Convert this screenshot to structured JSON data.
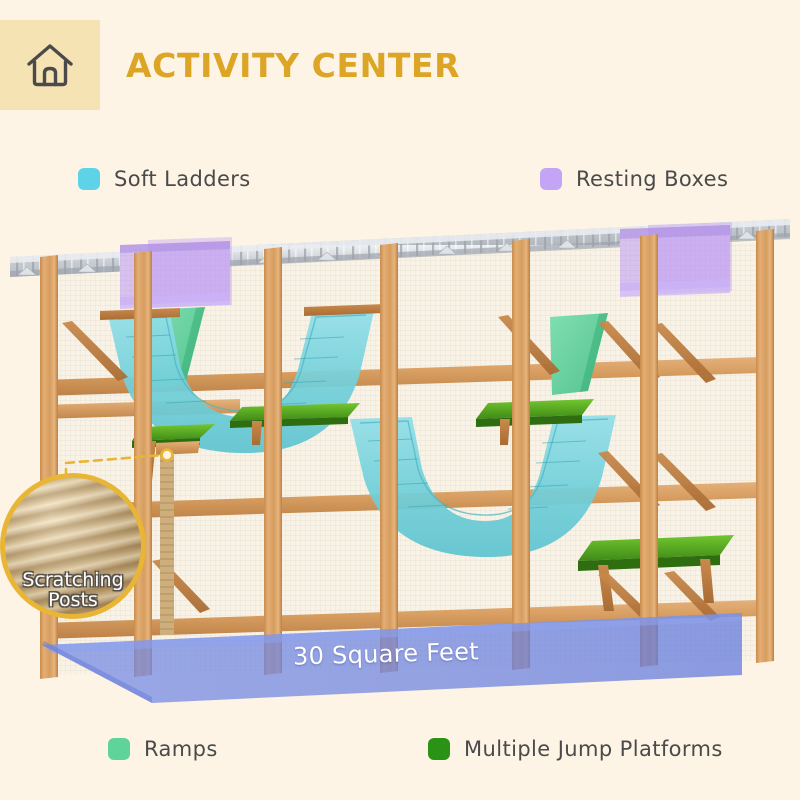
{
  "header": {
    "icon": "home-icon",
    "title": "ACTIVITY CENTER",
    "badge_color": "#f5e3b4",
    "title_color": "#dda526"
  },
  "page": {
    "background_color": "#fdf4e6"
  },
  "legend": {
    "items": [
      {
        "id": "soft-ladders",
        "label": "Soft Ladders",
        "color": "#5ed3e8"
      },
      {
        "id": "resting-boxes",
        "label": "Resting Boxes",
        "color": "#c3a4f5"
      },
      {
        "id": "ramps",
        "label": "Ramps",
        "color": "#5ed39a"
      },
      {
        "id": "jump-platforms",
        "label": "Multiple Jump Platforms",
        "color": "#2a9215"
      }
    ]
  },
  "callout": {
    "scratching_posts_label": "Scratching\nPosts",
    "scratching_posts_line1": "Scratching",
    "scratching_posts_line2": "Posts",
    "ring_color": "#e8b535",
    "pointer_color": "#e8b535"
  },
  "floor": {
    "area_label": "30 Square Feet",
    "overlay_color": "#6b82e0"
  },
  "product": {
    "name": "wooden catio activity center",
    "wood_color": "#d9a063",
    "wood_shadow_color": "#bd7f42",
    "mesh_color": "#f2ead9",
    "roof_color": "#c9cdd2",
    "highlight_colors": {
      "soft_ladder": "#5ed3e8",
      "resting_box": "#c3a4f5",
      "ramp": "#4cc98c",
      "jump_platform": "#4f9c1f"
    }
  }
}
